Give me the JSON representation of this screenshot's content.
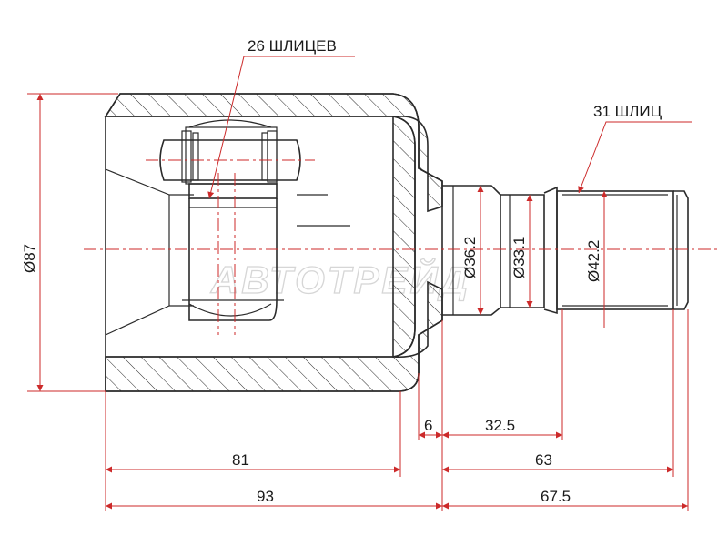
{
  "labels": {
    "splines_inner": "26 ШЛИЦЕВ",
    "splines_shaft": "31 ШЛИЦ"
  },
  "diameters": {
    "housing": "Ø87",
    "neck": "Ø36.2",
    "seat": "Ø33.1",
    "spline": "Ø42.2"
  },
  "lengths": {
    "housing_inner": "81",
    "gap": "6",
    "shaft_step": "32.5",
    "shaft": "63",
    "overall_left": "93",
    "overall_right": "67.5"
  },
  "watermark": "АВТОТРЕЙД",
  "colors": {
    "outline": "#2a2a2a",
    "dimension": "#cc2a2a"
  }
}
